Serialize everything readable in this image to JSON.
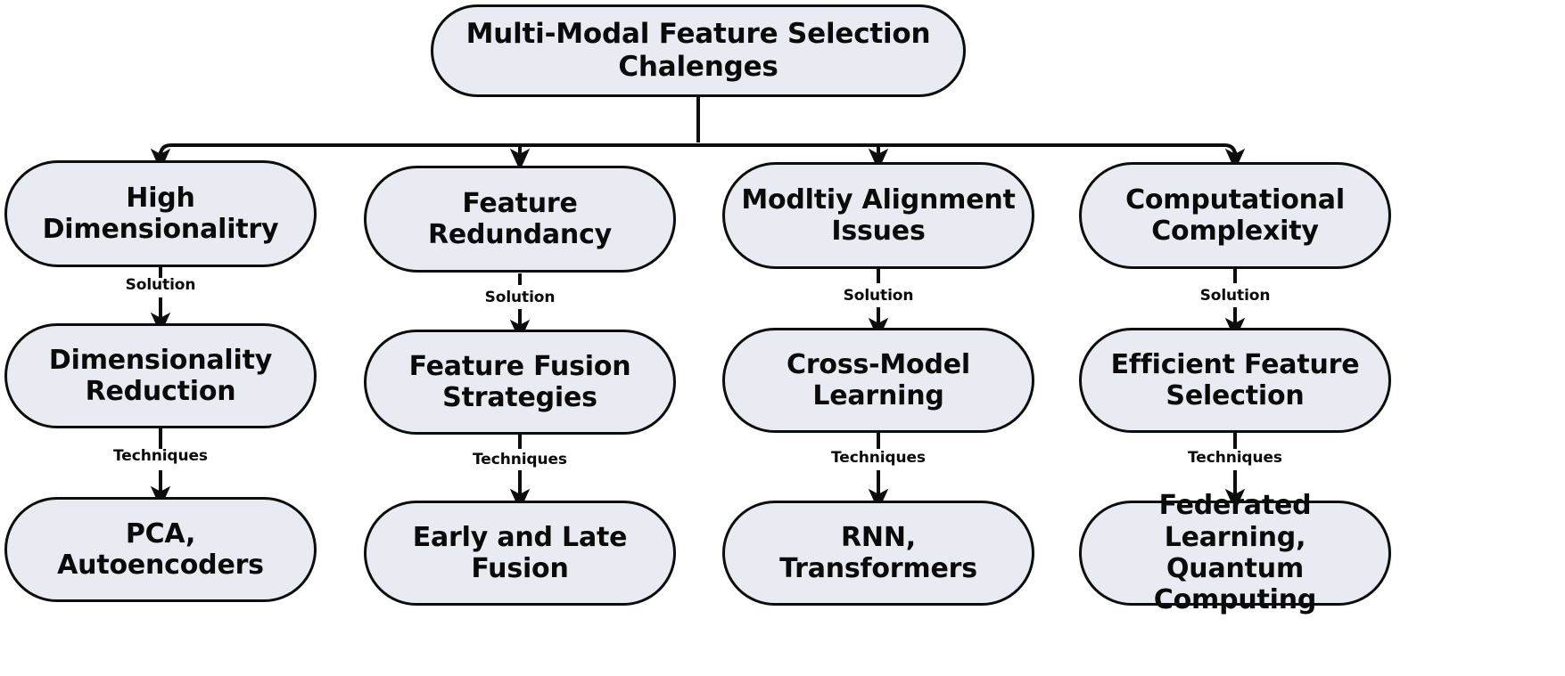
{
  "diagram": {
    "title_node": {
      "id": "root",
      "label": "Multi-Modal Feature Selection Chalenges"
    },
    "columns": [
      {
        "challenge": "High Dimensionalitry",
        "solution_label": "Solution",
        "solution": "Dimensionality Reduction",
        "techniques_label": "Techniques",
        "techniques": "PCA, Autoencoders"
      },
      {
        "challenge": "Feature Redundancy",
        "solution_label": "Solution",
        "solution": "Feature Fusion Strategies",
        "techniques_label": "Techniques",
        "techniques": "Early and Late Fusion"
      },
      {
        "challenge": "Modltiy Alignment Issues",
        "solution_label": "Solution",
        "solution": "Cross-Model Learning",
        "techniques_label": "Techniques",
        "techniques": "RNN, Transformers"
      },
      {
        "challenge": "Computational Complexity",
        "solution_label": "Solution",
        "solution": "Efficient Feature Selection",
        "techniques_label": "Techniques",
        "techniques": "Federated Learning, Quantum Computing"
      }
    ],
    "style": {
      "node_fill": "#e8ebf2",
      "node_stroke": "#0d0d0d",
      "text_color": "#0a0a0a",
      "background": "#ffffff",
      "connector_color": "#0d0d0d"
    }
  }
}
